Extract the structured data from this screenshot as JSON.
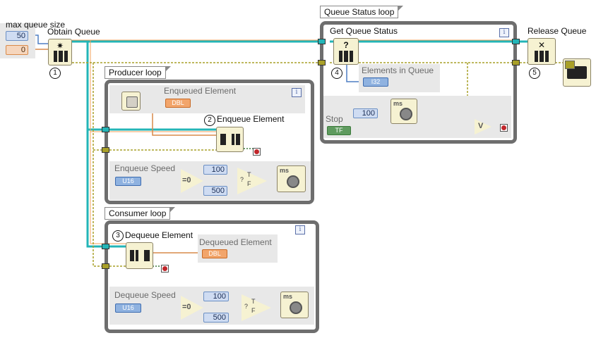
{
  "controls": {
    "max_queue_label": "max queue size",
    "max_queue_value": "50",
    "element_type_value": "0"
  },
  "nodes": {
    "obtain": {
      "label": "Obtain Queue",
      "step": "1"
    },
    "enqueue": {
      "label": "Enqueue Element",
      "step": "2"
    },
    "dequeue": {
      "label": "Dequeue Element",
      "step": "3"
    },
    "status": {
      "label": "Get Queue Status",
      "step": "4"
    },
    "release": {
      "label": "Release Queue",
      "step": "5"
    }
  },
  "loops": {
    "producer": "Producer loop",
    "consumer": "Consumer loop",
    "status": "Queue Status loop"
  },
  "producer": {
    "enqueued_label": "Enqueued Element",
    "enqueued_type": "DBL",
    "speed_label": "Enqueue Speed",
    "speed_type": "U16",
    "true_const": "100",
    "false_const": "500"
  },
  "consumer": {
    "dequeued_label": "Dequeued Element",
    "dequeued_type": "DBL",
    "speed_label": "Dequeue Speed",
    "speed_type": "U16",
    "true_const": "100",
    "false_const": "500"
  },
  "status_loop": {
    "elements_label": "Elements in Queue",
    "elements_type": "I32",
    "wait_const": "100",
    "stop_label": "Stop",
    "stop_type": "TF"
  },
  "glyphs": {
    "obtain": "✷",
    "status": "?",
    "release": "✕",
    "info": "i",
    "equal_zero": "=0",
    "select_true": "T",
    "select_false": "F",
    "select_q": "?",
    "or": "V",
    "wait_ms": "ms"
  },
  "colors": {
    "queue_wire": "#23b5b7",
    "error_wire": "#a9a028",
    "numeric_wire": "#d98a4a",
    "int_wire": "#4f7fc4",
    "bool_wire": "#3b7a3b",
    "loop_border": "#6e6e6e"
  }
}
